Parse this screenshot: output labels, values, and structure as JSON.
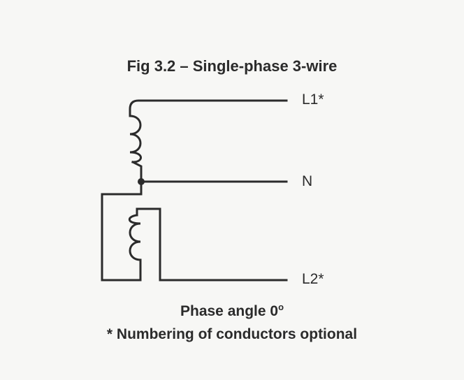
{
  "figure": {
    "title": "Fig 3.2 – Single-phase 3-wire",
    "terminals": {
      "l1": "L1*",
      "n": "N",
      "l2": "L2*"
    },
    "caption_line1_text": "Phase angle 0",
    "caption_line1_sup": "o",
    "caption_line2": "* Numbering of conductors optional"
  }
}
